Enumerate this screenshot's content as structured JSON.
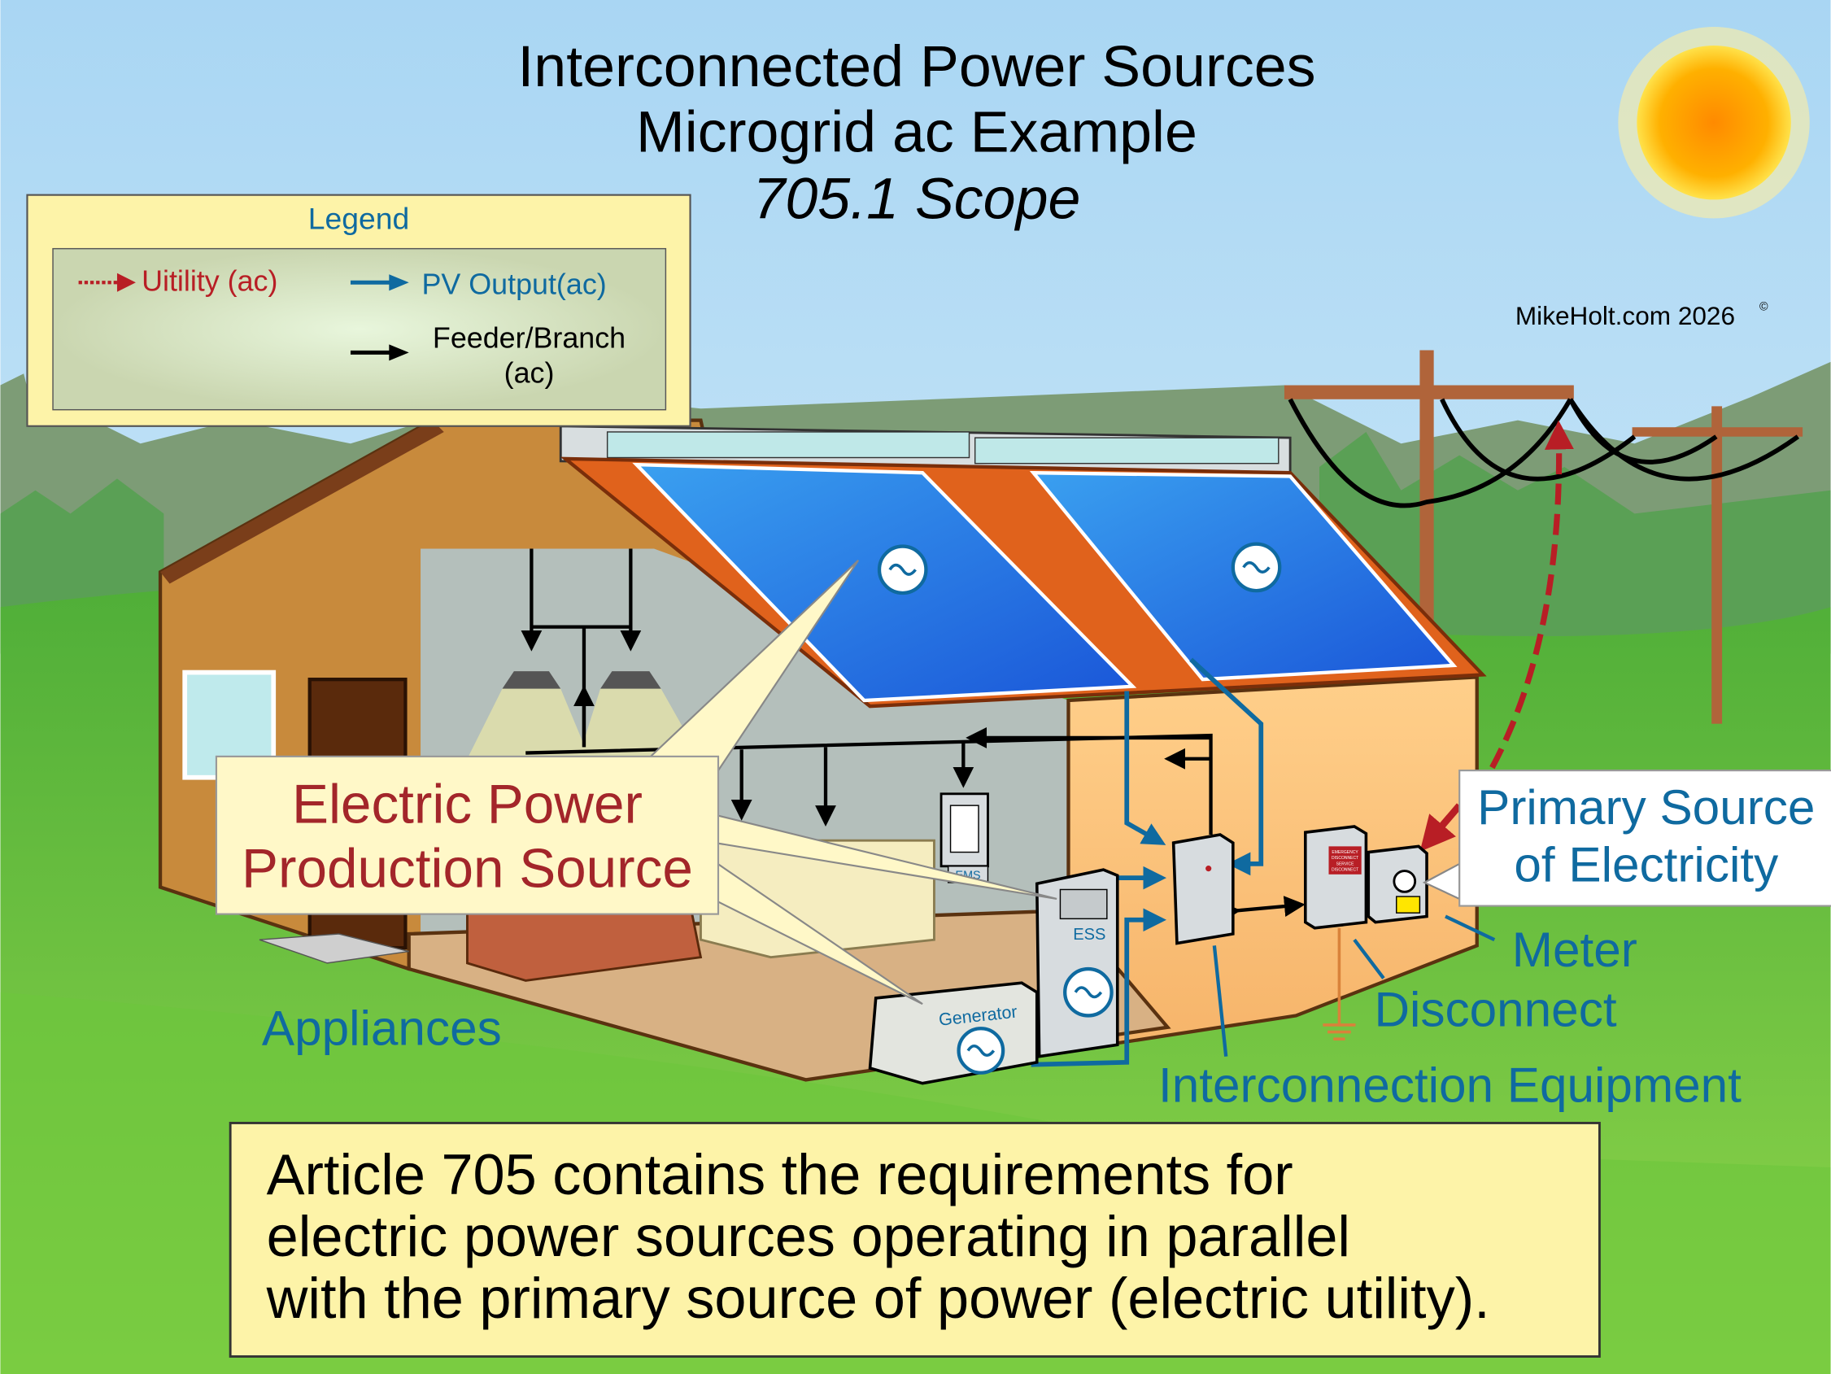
{
  "title": {
    "line1": "Interconnected Power Sources",
    "line2": "Microgrid ac Example",
    "line3": "705.1 Scope"
  },
  "copyright": "MikeHolt.com 2026",
  "copyright_mark": "©",
  "legend": {
    "heading": "Legend",
    "utility": "Uitility (ac)",
    "pv_output": "PV Output(ac)",
    "feeder_line1": "Feeder/Branch",
    "feeder_line2": "(ac)"
  },
  "labels": {
    "production_line1": "Electric Power",
    "production_line2": "Production Source",
    "primary_line1": "Primary Source",
    "primary_line2": "of Electricity",
    "meter": "Meter",
    "disconnect": "Disconnect",
    "interconnection": "Interconnection Equipment",
    "appliances": "Appliances",
    "ems": "EMS",
    "ess": "ESS",
    "generator": "Generator",
    "disconnect_sign": [
      "EMERGENCY",
      "DISCONNECT",
      "SERVICE",
      "DISCONNECT"
    ]
  },
  "caption": {
    "line1": "Article 705 contains the requirements for",
    "line2": "electric power sources operating in parallel",
    "line3": "with the primary source of power (electric utility)."
  },
  "colors": {
    "utility": "#b81e25",
    "pv": "#0f6aa0",
    "feeder": "#000000",
    "label_red": "#a3262a",
    "label_blue": "#0f6aa0"
  }
}
